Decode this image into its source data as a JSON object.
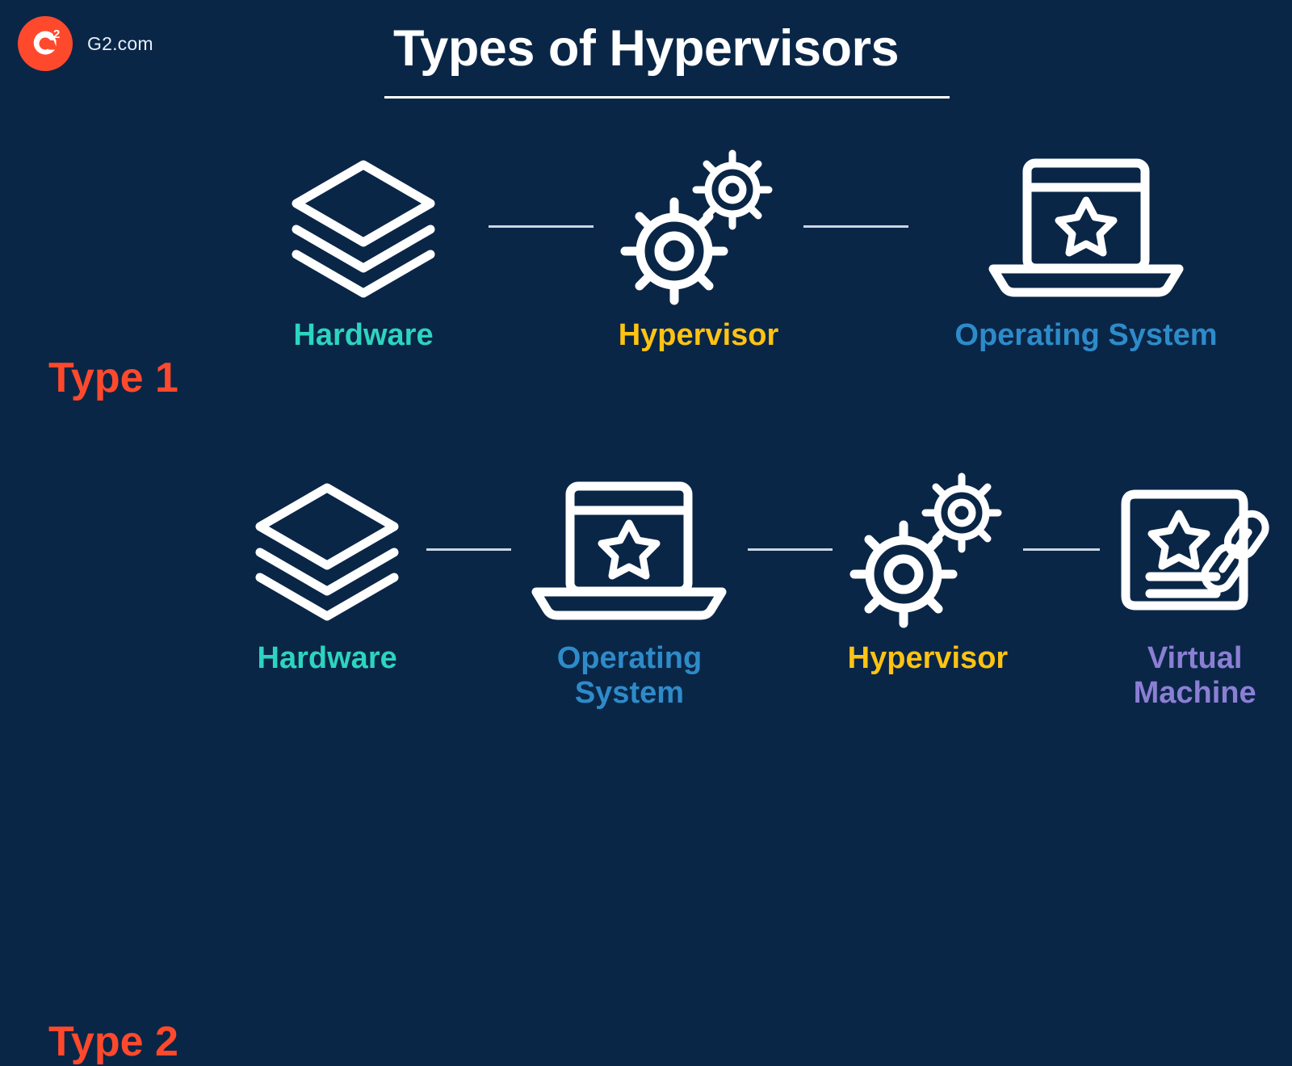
{
  "brand": {
    "name": "G2.com",
    "logo_icon": "g2-logo-icon",
    "logo_letter": "G",
    "logo_sup": "2",
    "logo_color": "#FF492C"
  },
  "header": {
    "title": "Types of Hypervisors"
  },
  "theme": {
    "background": "#0A2647",
    "title_color": "#FFFFFF",
    "row_label_color": "#FF492C",
    "hardware_color": "#2DD4BF",
    "hypervisor_color": "#FFC312",
    "os_color": "#2E8BC9",
    "vm_color": "#8B7FD4",
    "icon_color": "#FFFFFF",
    "connector_color": "#C9D6E2"
  },
  "rows": [
    {
      "label": "Type 1",
      "nodes": [
        {
          "caption": "Hardware",
          "icon": "layers-stack-icon",
          "color": "#2DD4BF"
        },
        {
          "caption": "Hypervisor",
          "icon": "two-gears-icon",
          "color": "#FFC312"
        },
        {
          "caption": "Operating System",
          "icon": "laptop-star-icon",
          "color": "#2E8BC9"
        }
      ]
    },
    {
      "label": "Type 2",
      "nodes": [
        {
          "caption": "Hardware",
          "icon": "layers-stack-icon",
          "color": "#2DD4BF"
        },
        {
          "caption": "Operating System",
          "icon": "laptop-star-icon",
          "color": "#2E8BC9"
        },
        {
          "caption": "Hypervisor",
          "icon": "two-gears-icon",
          "color": "#FFC312"
        },
        {
          "caption": "Virtual Machine",
          "icon": "document-link-icon",
          "color": "#8B7FD4"
        }
      ]
    }
  ]
}
